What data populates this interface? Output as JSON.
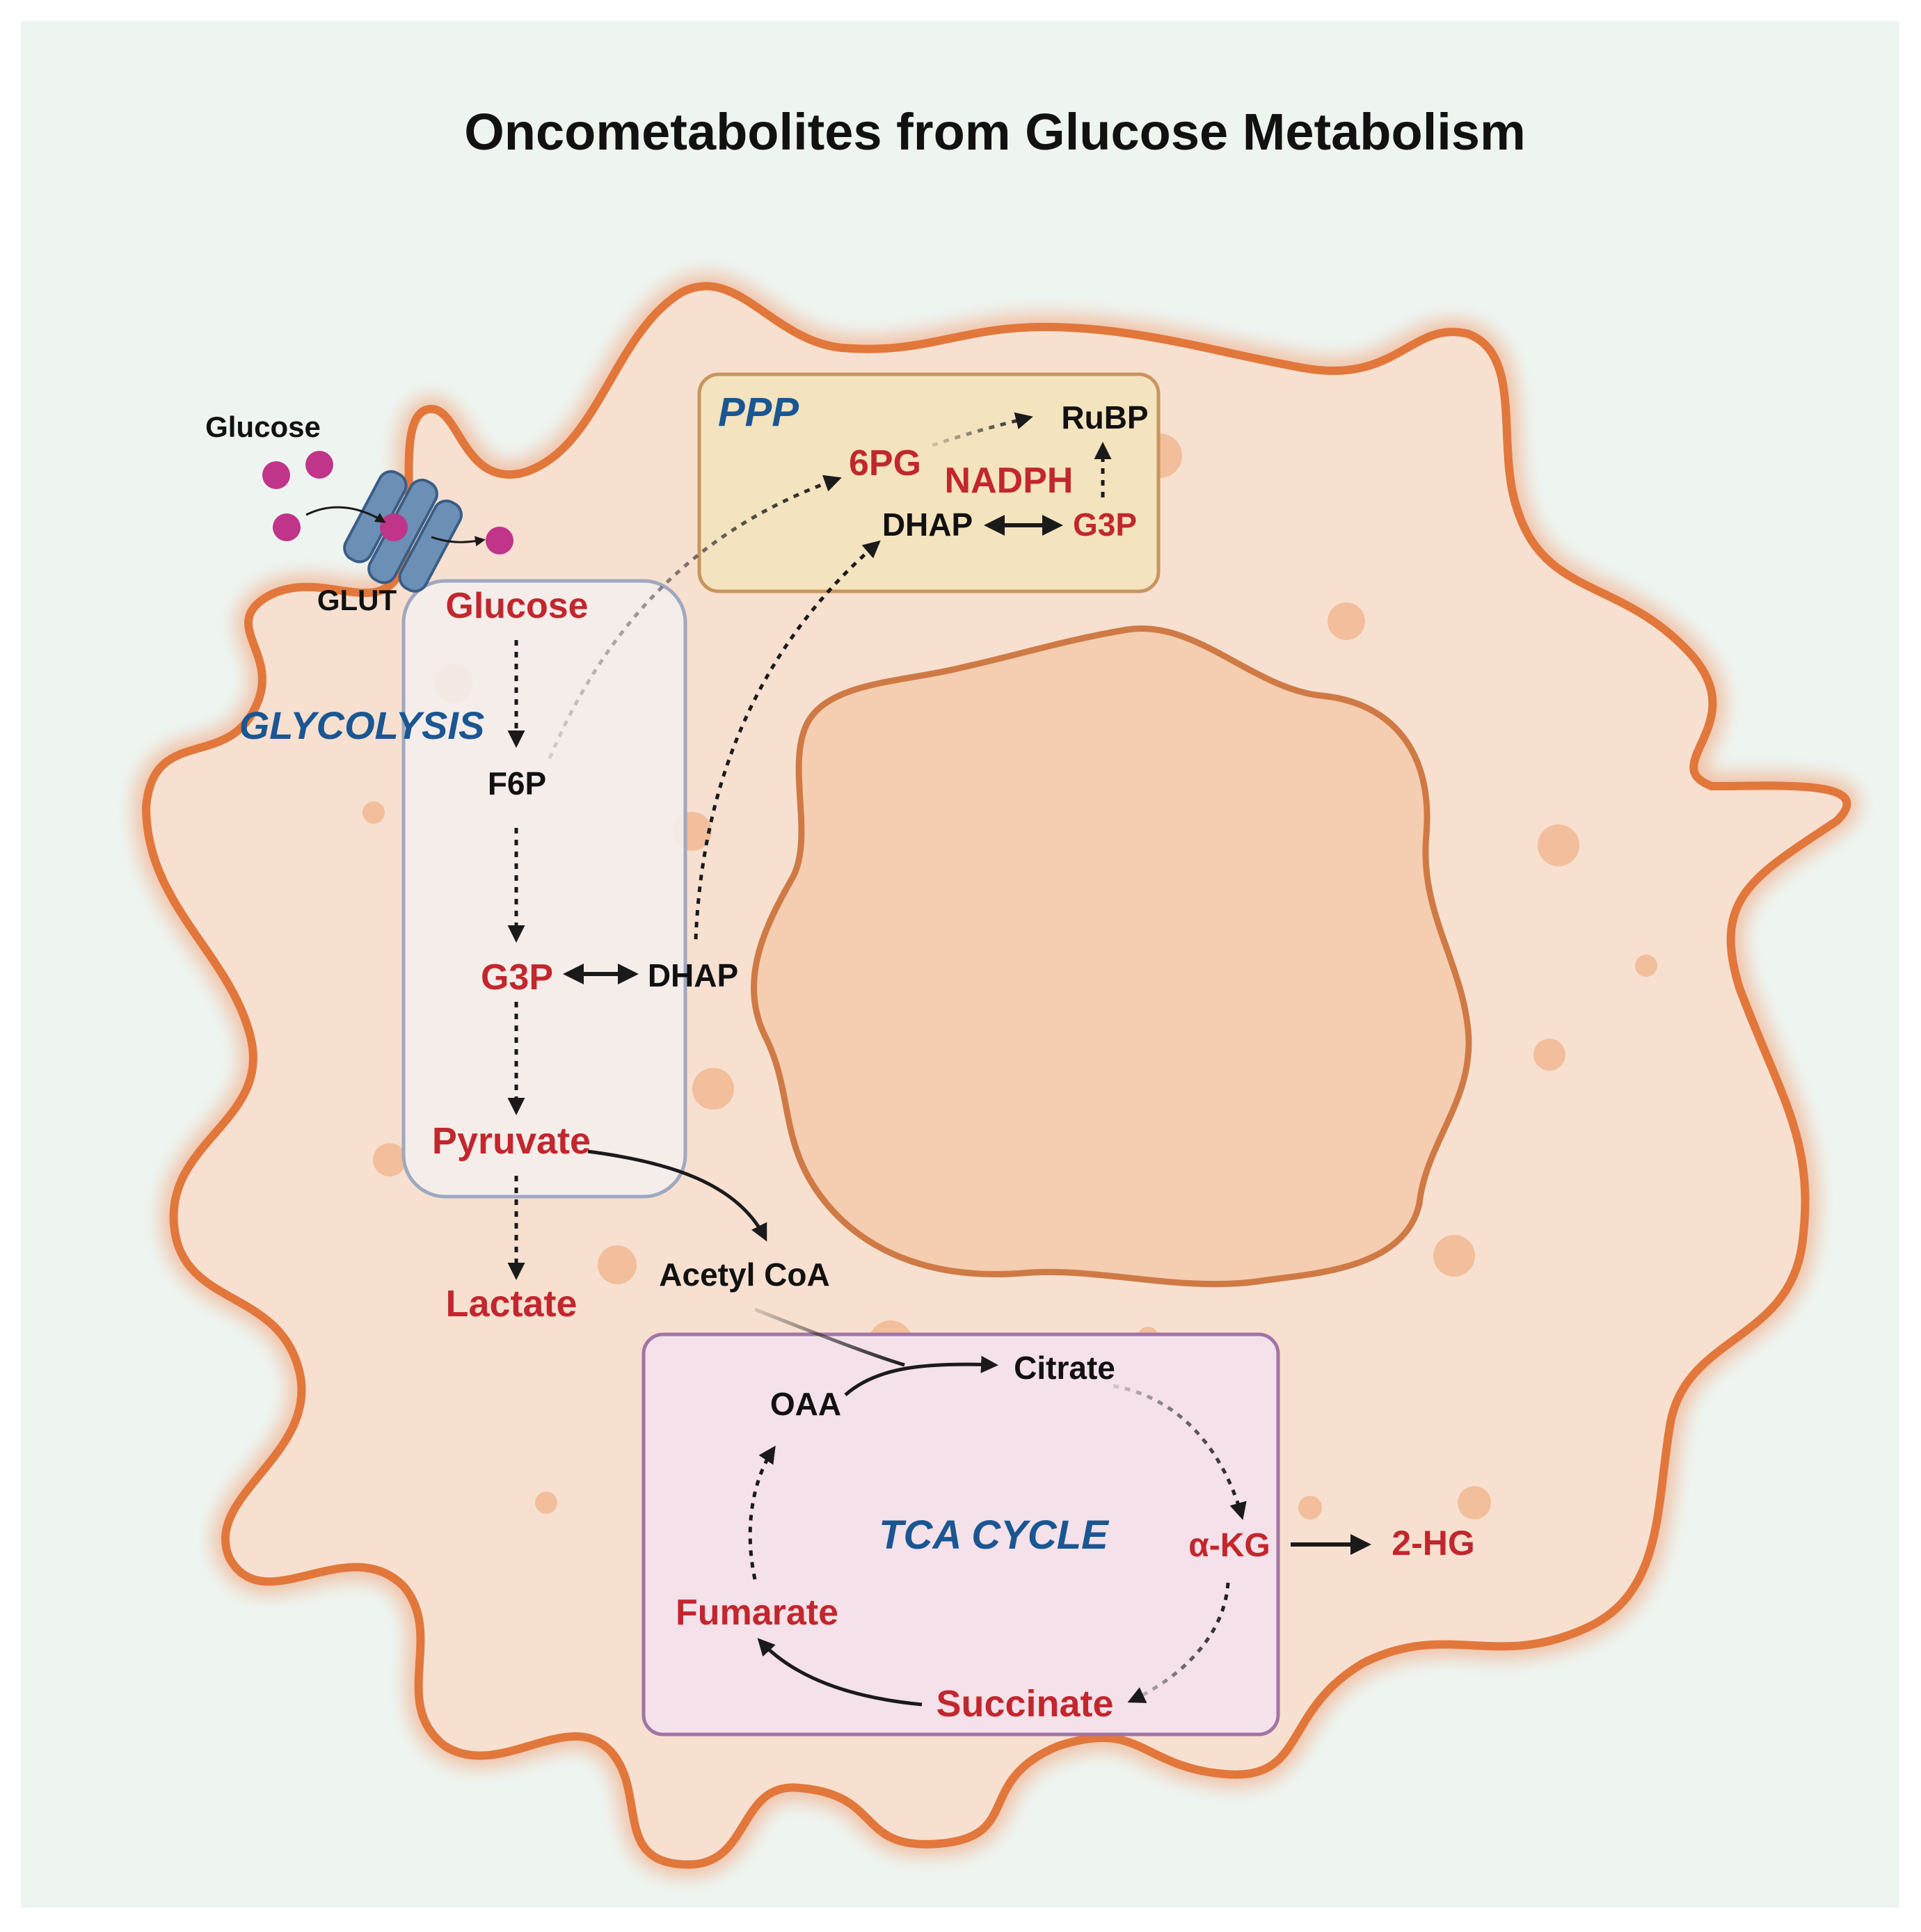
{
  "title": "Oncometabolites from Glucose Metabolism",
  "colors": {
    "background": "#eef5f1",
    "cytoplasm": "#f7e0d0",
    "membrane": "#e2773b",
    "nucleus": "#f5cdb0",
    "nucleus_border": "#cf7a45",
    "ppp_box": "#f4e3bf",
    "glycolysis_box": "#f4eeec",
    "tca_box": "#f4e1ea",
    "metabolite_red": "#c1272d",
    "pathway_blue": "#1a5692",
    "glucose_dot": "#c0348a",
    "transporter": "#6b8fb5"
  },
  "transport": {
    "glucose_label": "Glucose",
    "transporter_label": "GLUT"
  },
  "glycolysis": {
    "label": "GLYCOLYSIS",
    "glucose": "Glucose",
    "f6p": "F6P",
    "g3p": "G3P",
    "dhap": "DHAP",
    "pyruvate": "Pyruvate",
    "lactate": "Lactate"
  },
  "ppp": {
    "label": "PPP",
    "six_pg": "6PG",
    "rubp": "RuBP",
    "nadph": "NADPH",
    "dhap": "DHAP",
    "g3p": "G3P"
  },
  "acetyl_coa": "Acetyl CoA",
  "tca": {
    "label": "TCA CYCLE",
    "citrate": "Citrate",
    "oaa": "OAA",
    "akg": "α-KG",
    "two_hg": "2-HG",
    "fumarate": "Fumarate",
    "succinate": "Succinate"
  }
}
